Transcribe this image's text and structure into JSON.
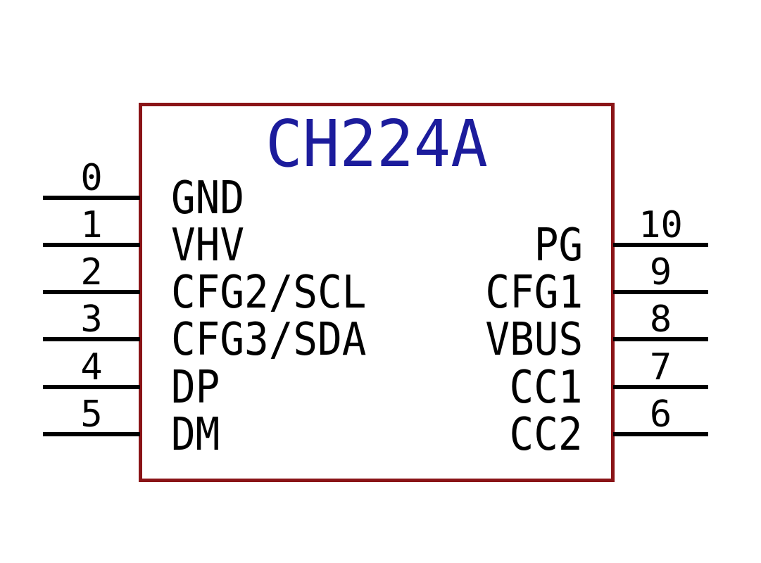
{
  "diagram": {
    "type": "schematic-symbol",
    "title": "CH224A",
    "colors": {
      "outline": "#8a1417",
      "title_text": "#1c1c9c",
      "pin_graphics": "#000000",
      "background": "#ffffff"
    }
  },
  "pins": {
    "left": [
      {
        "number": "0",
        "name": "GND"
      },
      {
        "number": "1",
        "name": "VHV"
      },
      {
        "number": "2",
        "name": "CFG2/SCL"
      },
      {
        "number": "3",
        "name": "CFG3/SDA"
      },
      {
        "number": "4",
        "name": "DP"
      },
      {
        "number": "5",
        "name": "DM"
      }
    ],
    "right": [
      {
        "number": "10",
        "name": "PG"
      },
      {
        "number": "9",
        "name": "CFG1"
      },
      {
        "number": "8",
        "name": "VBUS"
      },
      {
        "number": "7",
        "name": "CC1"
      },
      {
        "number": "6",
        "name": "CC2"
      }
    ]
  }
}
